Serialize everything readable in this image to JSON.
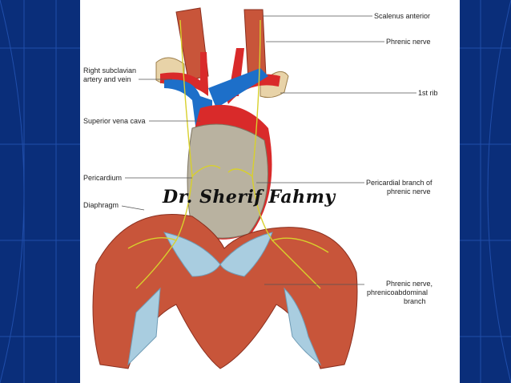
{
  "labels": {
    "scalenus_anterior": "Scalenus anterior",
    "phrenic_nerve": "Phrenic nerve",
    "right_subclavian_line1": "Right subclavian",
    "right_subclavian_line2": "artery and vein",
    "first_rib": "1st rib",
    "superior_vena_cava": "Superior vena cava",
    "pericardium": "Pericardium",
    "pericardial_branch_line1": "Pericardial branch of",
    "pericardial_branch_line2": "phrenic nerve",
    "diaphragm": "Diaphragm",
    "phrenicoabdominal_line1": "Phrenic nerve,",
    "phrenicoabdominal_line2": "phrenicoabdominal",
    "phrenicoabdominal_line3": "branch"
  },
  "watermark": "Dr. Sherif Fahmy",
  "colors": {
    "slide_background": "#0a2e7a",
    "grid_lines": "#2a5cc0",
    "muscle": "#c8553a",
    "tendon": "#a9cde0",
    "vein": "#1d6fc9",
    "artery": "#d92a2a",
    "pericardium": "#b9b2a0",
    "nerve": "#d8d02c"
  }
}
